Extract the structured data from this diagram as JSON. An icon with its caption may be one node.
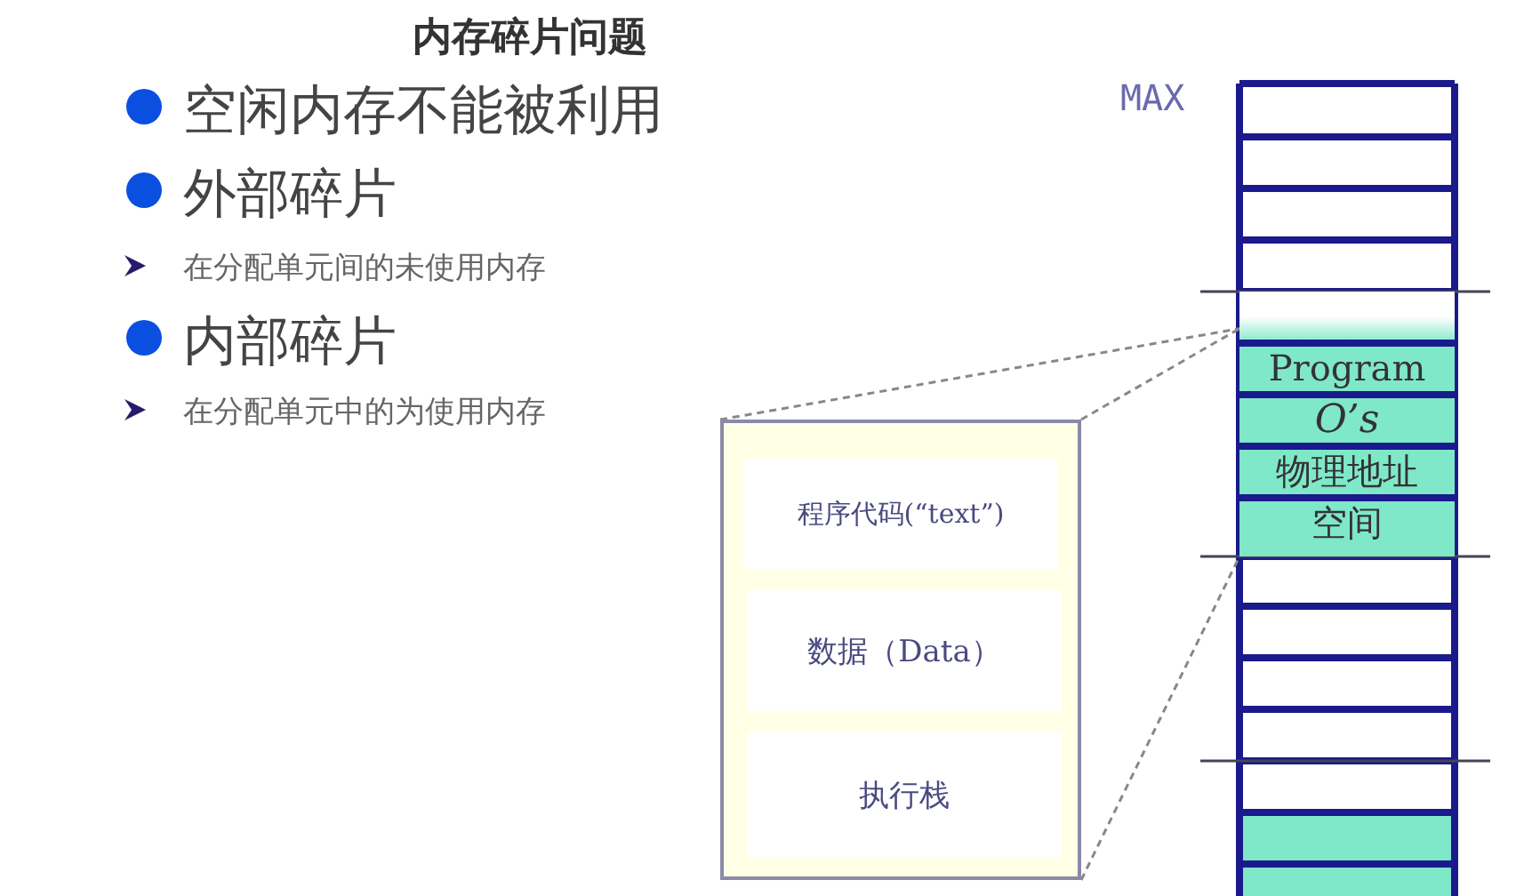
{
  "diagram": {
    "title": "内存碎片问题",
    "nodes": [
      {
        "text": [],
        "shape": "box"
      },
      {
        "text": [
          "程序代码(“text”)"
        ],
        "in": 0
      },
      {
        "text": [
          "数据（Data）"
        ],
        "in": 0
      },
      {
        "text": [
          "执行栈"
        ],
        "in": 0
      },
      {
        "text": [
          "Program",
          "O’s",
          "物理地址",
          "空间"
        ]
      }
    ],
    "edges": [
      {
        "from": 0,
        "to": 4,
        "arrow": "none",
        "style": "dashed"
      },
      {
        "from": 0,
        "to": 4,
        "arrow": "none",
        "style": "dashed"
      },
      {
        "from": 0,
        "to": 4,
        "arrow": "none",
        "style": "dashed"
      }
    ],
    "labels": [
      "空闲内存不能被利用",
      "外部碎片",
      "在分配单元间的未使用内存",
      "内部碎片",
      "在分配单元中的为使用内存",
      "MAX"
    ]
  }
}
